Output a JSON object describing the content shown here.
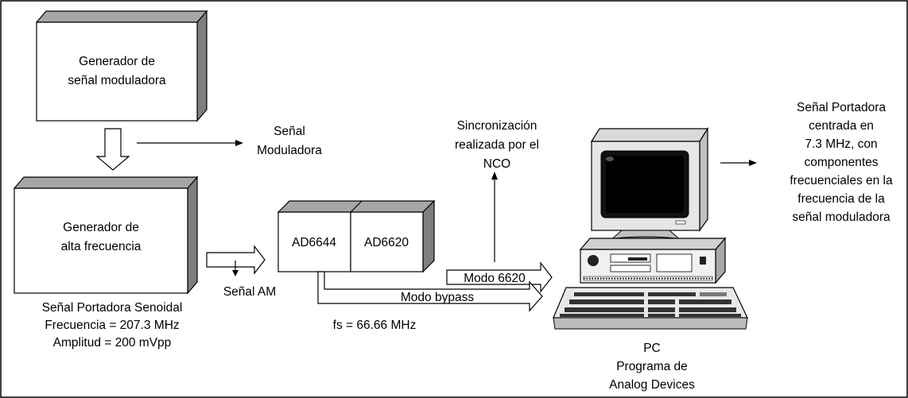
{
  "blocks": {
    "modulator_generator": {
      "line1": "Generador de",
      "line2": "señal moduladora"
    },
    "hf_generator": {
      "line1": "Generador de",
      "line2": "alta frecuencia"
    },
    "ad6644": "AD6644",
    "ad6620": "AD6620"
  },
  "labels": {
    "modulating_signal": {
      "line1": "Señal",
      "line2": "Moduladora"
    },
    "am_signal": "Señal AM",
    "carrier_info": {
      "line1": "Señal Portadora Senoidal",
      "line2": "Frecuencia = 207.3 MHz",
      "line3": "Amplitud = 200 mVpp"
    },
    "sampling": "fs = 66.66  MHz",
    "mode_6620": "Modo 6620",
    "mode_bypass": "Modo bypass",
    "sync": {
      "line1": "Sincronización",
      "line2": "realizada por el",
      "line3": "NCO"
    },
    "output": {
      "line1": "Señal Portadora",
      "line2": "centrada en",
      "line3": "7.3 MHz, con",
      "line4": "componentes",
      "line5": "frecuenciales en la",
      "line6": "frecuencia de la",
      "line7": "señal moduladora"
    },
    "pc": {
      "line1": "PC",
      "line2": "Programa de",
      "line3": "Analog Devices"
    }
  }
}
